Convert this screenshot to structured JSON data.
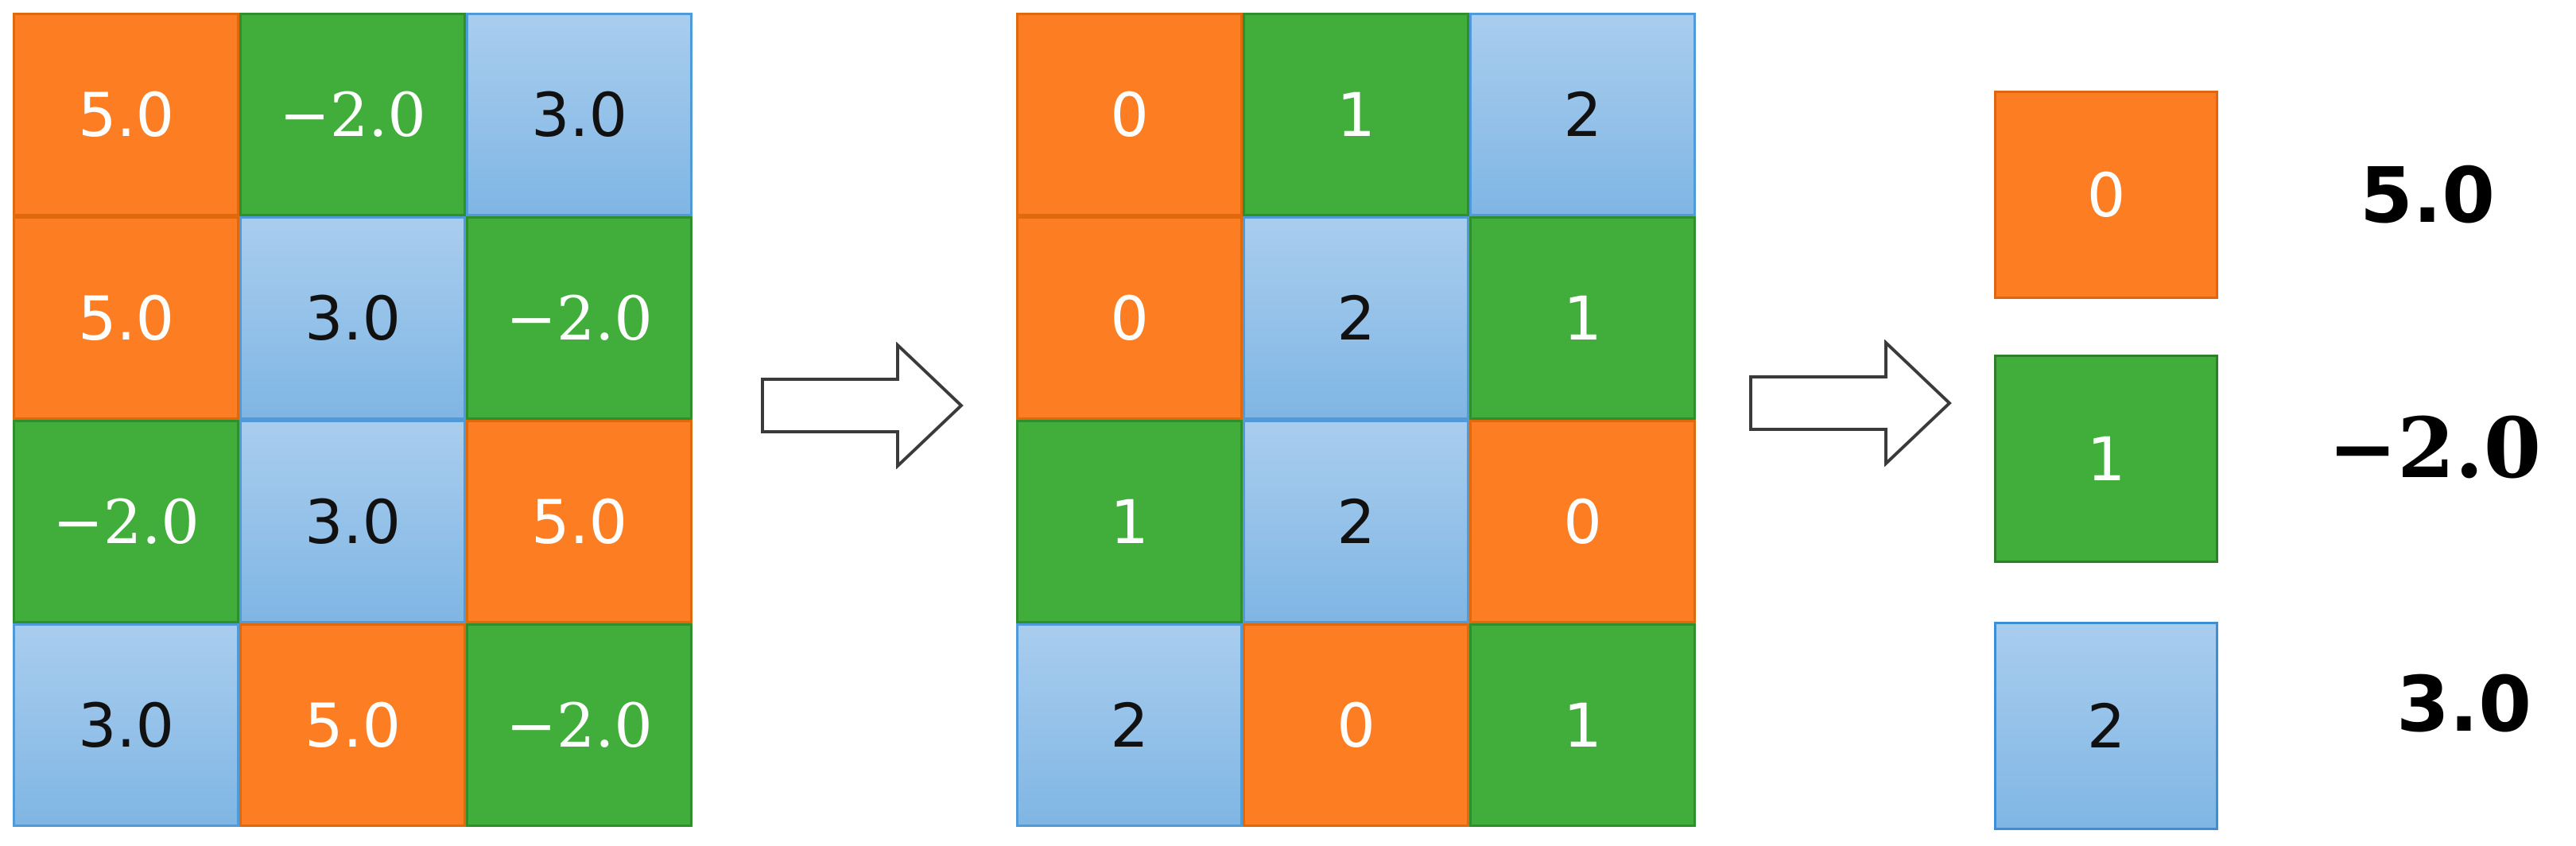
{
  "values_grid": [
    [
      "5.0",
      "−2.0",
      "3.0"
    ],
    [
      "5.0",
      "3.0",
      "−2.0"
    ],
    [
      "−2.0",
      "3.0",
      "5.0"
    ],
    [
      "3.0",
      "5.0",
      "−2.0"
    ]
  ],
  "indices_grid": [
    [
      "0",
      "1",
      "2"
    ],
    [
      "0",
      "2",
      "1"
    ],
    [
      "1",
      "2",
      "0"
    ],
    [
      "2",
      "0",
      "1"
    ]
  ],
  "legend": [
    {
      "index": "0",
      "value": "5.0",
      "color": "#fd7d23"
    },
    {
      "index": "1",
      "value": "−2.0",
      "color": "#41ad3b"
    },
    {
      "index": "2",
      "value": "3.0",
      "color": "#8fc0e8"
    }
  ],
  "colors": {
    "orange": "#fd7d23",
    "green": "#41ad3b",
    "blue": "#8fc0e8"
  },
  "icons": [
    "right-arrow-icon",
    "right-arrow-icon"
  ]
}
